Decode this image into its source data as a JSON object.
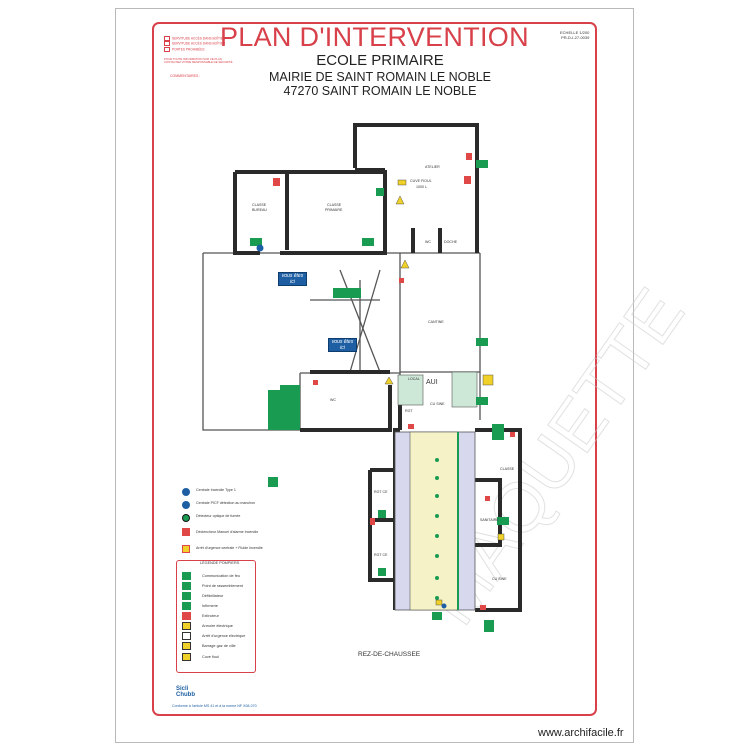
{
  "header": {
    "title": "PLAN D'INTERVENTION",
    "subtitle": "ECOLE PRIMAIRE",
    "address_line1": "MAIRIE DE SAINT ROMAIN LE NOBLE",
    "address_line2": "47270 SAINT ROMAIN LE NOBLE",
    "ref_line1": "ECHELLE 1/200",
    "ref_line2": "PR-D-I-27-0039"
  },
  "top_legend": {
    "items": [
      "SERVITUDE ACCÈS DANS BOÎTIER",
      "SERVITUDE ACCÈS DANS BOÎTIER",
      "PORTES PROHIBÉES"
    ],
    "note": "POUR TOUTE INFORMATION SUR CE PLAN CONTACTEZ VOTRE RESPONSABLE DE SÉCURITÉ",
    "comment": "COMMENTAIRES :"
  },
  "rooms": {
    "atelier": "ATELIER",
    "cuve": "CUVE FIOUL",
    "cuve_cap": "1000 L",
    "classe_bureau_1": "CLASSE",
    "classe_bureau_2": "BUREAU",
    "classe_primaire_1": "CLASSE",
    "classe_primaire_2": "PRIMAIRE",
    "wc_top": "WC",
    "doche": "DOCHE",
    "cantine": "CANTINE",
    "local": "LOCAL",
    "wc_mid": "WC",
    "rgt": "RGT",
    "cu_sine_mid": "CU SINE",
    "rgt_c1": "RGT CE",
    "rgt_c2": "RGT CE",
    "classe_right": "CLASSE",
    "sanitaire": "SANITAIRE",
    "cu_sine_right": "CU SINE",
    "aui": "AUI"
  },
  "you_are_here": [
    "vous êtes",
    "ici"
  ],
  "legend_symbols": [
    "Centrale Incendie Type 1",
    "Centrale PICF détection au manchon",
    "Détecteur optique de fumée",
    "Déclencheur Manuel d'alarme Incendie",
    "Arrêt d'urgence centrale + Fluide Incendie"
  ],
  "legend_pompiers": {
    "title": "LÉGENDE POMPIERS",
    "items": [
      "Communication de feu",
      "Point de rassemblement",
      "Défibrillateur",
      "Infirmerie",
      "Extincteur",
      "Armoire électrique",
      "Arrêt d'urgence électrique",
      "Barrage gaz de ville",
      "Cuve fioul"
    ]
  },
  "floor_label": "REZ-DE-CHAUSSEE",
  "footer": {
    "brand_1": "Sicli",
    "brand_2": "Chubb",
    "conformity": "Conforme à l'article MS 41 et à la norme NF X08-070"
  },
  "watermark_text": "MAQUETTE",
  "site": "www.archifacile.fr",
  "colors": {
    "accent_red": "#d8404a",
    "wall": "#2a2a2a",
    "exit_green": "#1a9b52",
    "info_blue": "#1e5fa4",
    "corridor_grey": "#d7d8ee",
    "corridor_yellow": "#f5f2c8"
  }
}
